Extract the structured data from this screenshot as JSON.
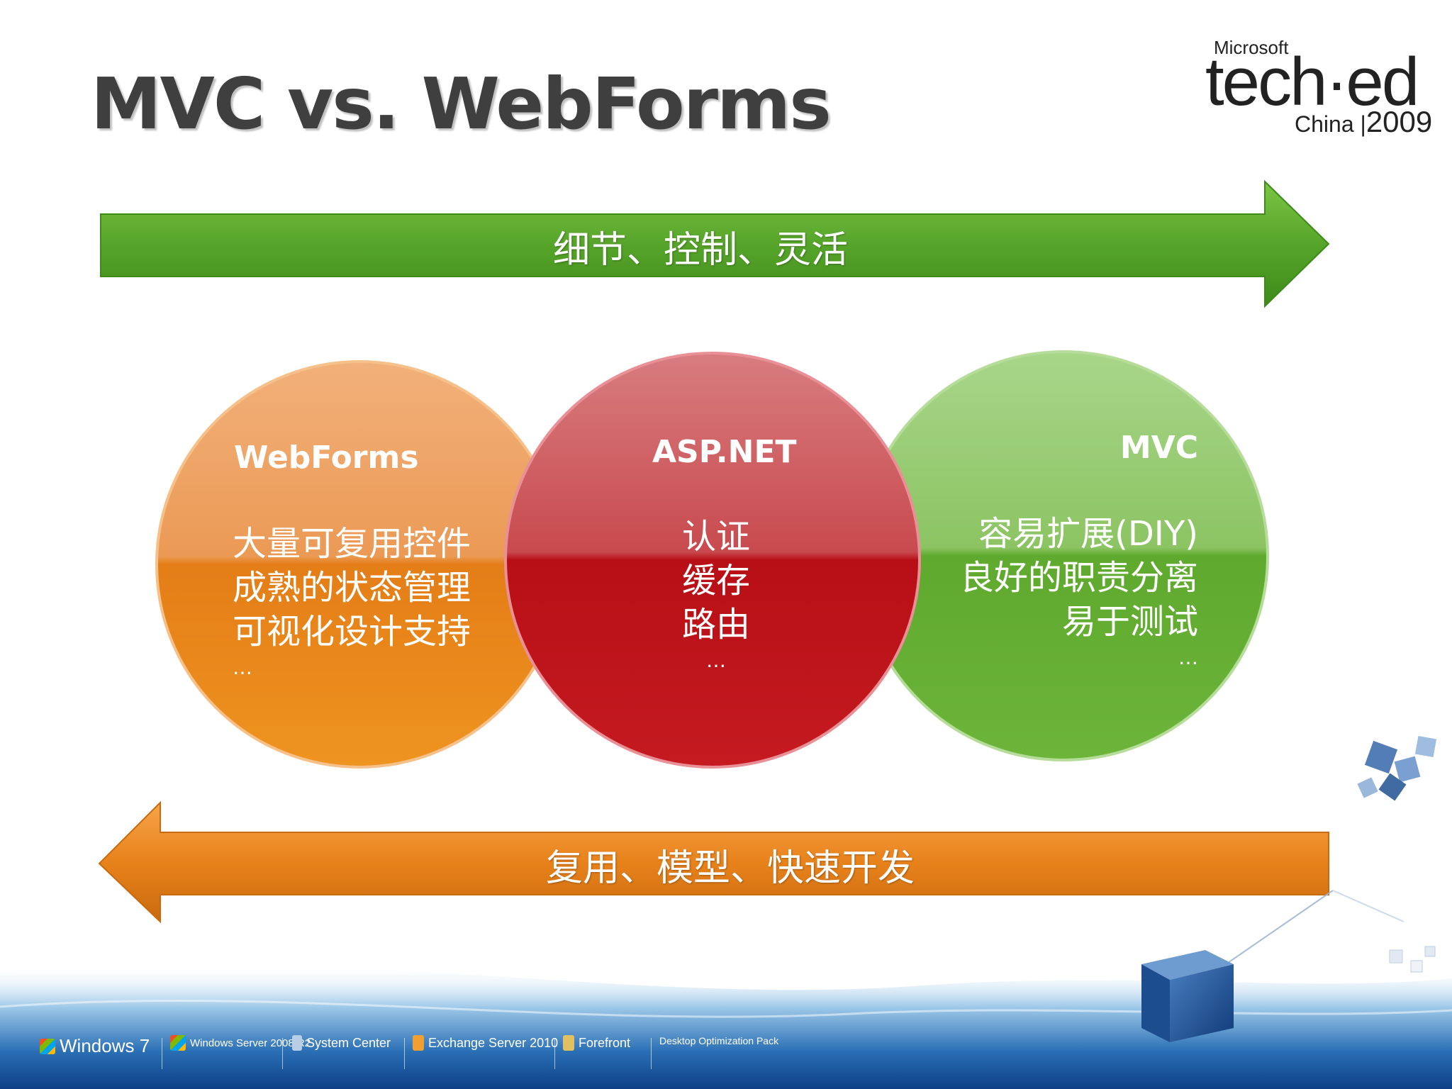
{
  "slide": {
    "title": "MVC vs. WebForms",
    "logo": {
      "microsoft": "Microsoft",
      "teched": "tech·ed",
      "china": "China",
      "year": "2009"
    }
  },
  "arrows": {
    "top": {
      "label": "细节、控制、灵活",
      "color": "#5aa82a"
    },
    "bottom": {
      "label": "复用、模型、快速开发",
      "color": "#e98a1f"
    }
  },
  "circles": {
    "webforms": {
      "title": "WebForms",
      "lines": [
        "大量可复用控件",
        "成熟的状态管理",
        "可视化设计支持"
      ],
      "more": "…",
      "color": "#ec8a24"
    },
    "aspnet": {
      "title": "ASP.NET",
      "lines": [
        "认证",
        "缓存",
        "路由"
      ],
      "more": "…",
      "color": "#c0141b"
    },
    "mvc": {
      "title": "MVC",
      "lines": [
        "容易扩展(DIY)",
        "良好的职责分离",
        "易于测试"
      ],
      "more": "…",
      "color": "#62ad2f"
    }
  },
  "footer": {
    "products": [
      "Windows 7",
      "Windows Server 2008 R2",
      "System Center",
      "Exchange Server 2010",
      "Forefront",
      "Desktop Optimization Pack"
    ]
  }
}
